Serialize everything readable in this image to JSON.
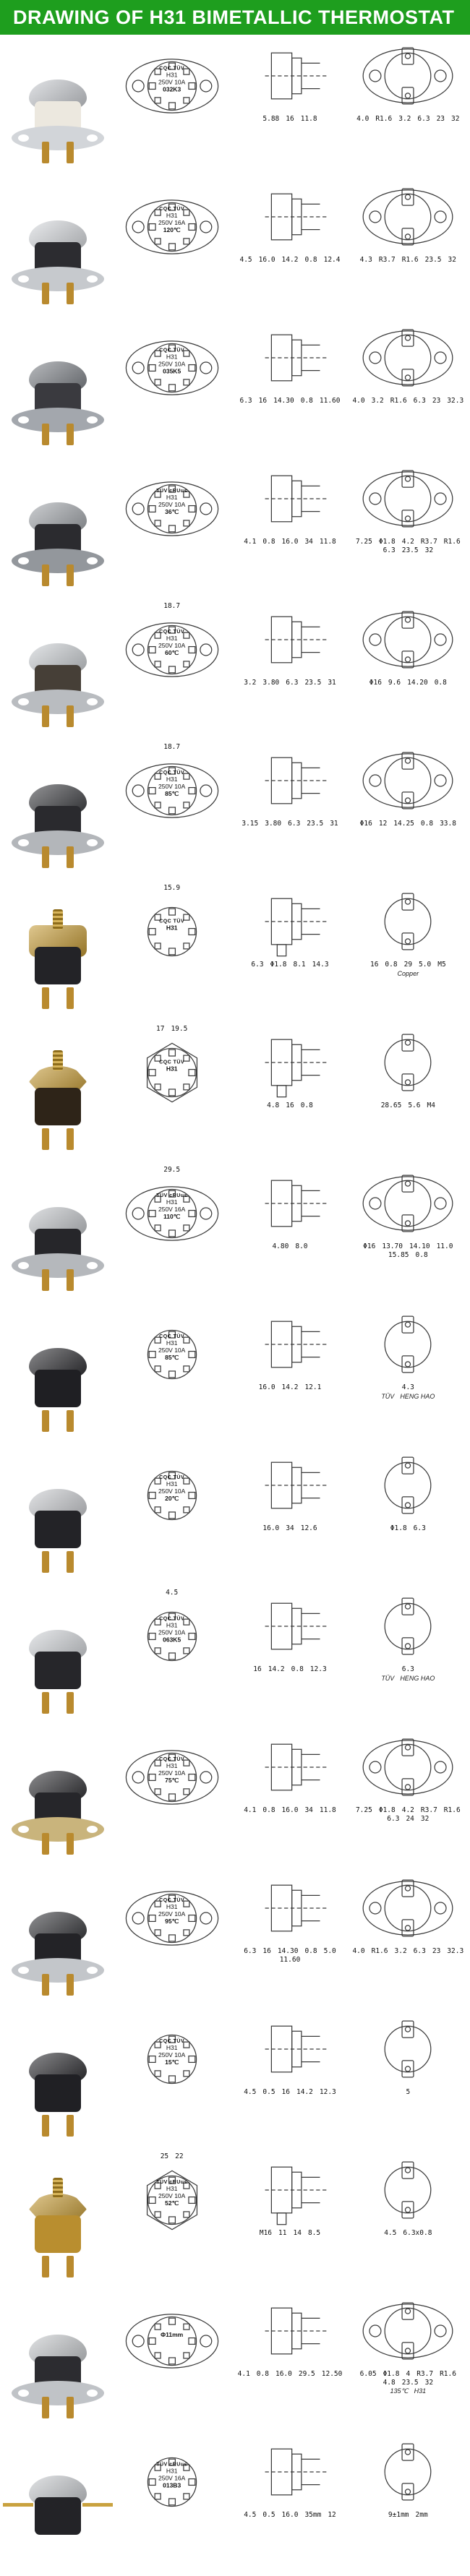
{
  "header": {
    "title": "DRAWING OF H31 BIMETALLIC THERMOSTAT",
    "bg_color": "#1e9e1e",
    "text_color": "#ffffff"
  },
  "rows": [
    {
      "variant": "flanged",
      "photo": {
        "cap": "#c9ccd1",
        "body": "#ece8df",
        "flange": "#d2d5d9"
      },
      "front": {
        "logos": "CQC TÜV",
        "lines": [
          "H31",
          "250V 10A",
          "032K3"
        ],
        "dims": []
      },
      "side": {
        "dims": [
          "5.88",
          "16",
          "11.8"
        ]
      },
      "back": {
        "dims": [
          "4.0",
          "R1.6",
          "3.2",
          "6.3",
          "23",
          "32"
        ],
        "labels": []
      }
    },
    {
      "variant": "flanged",
      "photo": {
        "cap": "#d7dade",
        "body": "#2c2c30",
        "flange": "#c6c9cd"
      },
      "front": {
        "logos": "CQC TÜV",
        "lines": [
          "H31",
          "250V 16A",
          "120℃"
        ],
        "dims": []
      },
      "side": {
        "dims": [
          "4.5",
          "16.0",
          "14.2",
          "0.8",
          "12.4"
        ]
      },
      "back": {
        "dims": [
          "4.3",
          "R3.7",
          "R1.6",
          "23.5",
          "32"
        ],
        "labels": []
      }
    },
    {
      "variant": "flanged",
      "photo": {
        "cap": "#7e8288",
        "body": "#3a3a3f",
        "flange": "#a3a7ad"
      },
      "front": {
        "logos": "CQC TÜV",
        "lines": [
          "H31",
          "250V 10A",
          "035K5"
        ],
        "dims": []
      },
      "side": {
        "dims": [
          "6.3",
          "16",
          "14.30",
          "0.8",
          "11.60"
        ]
      },
      "back": {
        "dims": [
          "4.0",
          "3.2",
          "R1.6",
          "6.3",
          "23",
          "32.3"
        ],
        "labels": []
      }
    },
    {
      "variant": "flanged",
      "photo": {
        "cap": "#a3a7ac",
        "body": "#2b2b2f",
        "flange": "#93979c"
      },
      "front": {
        "logos": "TÜV cRUus",
        "lines": [
          "H31",
          "250V 10A",
          "36℃"
        ],
        "dims": []
      },
      "side": {
        "dims": [
          "4.1",
          "0.8",
          "16.0",
          "34",
          "11.8"
        ]
      },
      "back": {
        "dims": [
          "7.25",
          "Φ1.8",
          "4.2",
          "R3.7",
          "R1.6",
          "6.3",
          "23.5",
          "32"
        ],
        "labels": []
      }
    },
    {
      "variant": "flanged",
      "photo": {
        "cap": "#ccd0d4",
        "body": "#463f37",
        "flange": "#b9bcc0"
      },
      "front": {
        "logos": "CQC TÜV",
        "lines": [
          "H31",
          "250V 10A",
          "60℃"
        ],
        "dims": [
          "18.7"
        ]
      },
      "side": {
        "dims": [
          "3.2",
          "3.80",
          "6.3",
          "23.5",
          "31"
        ]
      },
      "back": {
        "dims": [
          "Φ16",
          "9.6",
          "14.20",
          "0.8"
        ],
        "labels": []
      }
    },
    {
      "variant": "flanged",
      "photo": {
        "cap": "#3c3d41",
        "body": "#2a2a2e",
        "flange": "#b3b6ba"
      },
      "front": {
        "logos": "CQC TÜV",
        "lines": [
          "H31",
          "250V 10A",
          "85℃"
        ],
        "dims": [
          "18.7"
        ]
      },
      "side": {
        "dims": [
          "3.15",
          "3.80",
          "6.3",
          "23.5",
          "31"
        ]
      },
      "back": {
        "dims": [
          "Φ16",
          "12",
          "14.25",
          "0.8",
          "33.8"
        ],
        "labels": []
      }
    },
    {
      "variant": "stud",
      "photo": {
        "cap": "#c59a33",
        "body": "#232327",
        "flange": "#ffffff"
      },
      "front": {
        "logos": "CQC TÜV",
        "lines": [
          "H31"
        ],
        "dims": [
          "15.9"
        ]
      },
      "side": {
        "dims": [
          "6.3",
          "Φ1.8",
          "8.1",
          "14.3"
        ]
      },
      "back": {
        "dims": [
          "16",
          "0.8",
          "29",
          "5.0",
          "M5"
        ],
        "labels": [
          "Copper"
        ]
      }
    },
    {
      "variant": "hex",
      "photo": {
        "cap": "#c59a33",
        "body": "#2e2418",
        "flange": "#ffffff"
      },
      "front": {
        "logos": "CQC TÜV",
        "lines": [
          "H31"
        ],
        "dims": [
          "17",
          "19.5"
        ]
      },
      "side": {
        "dims": [
          "4.8",
          "16",
          "0.8"
        ]
      },
      "back": {
        "dims": [
          "28.65",
          "5.6",
          "M4"
        ],
        "labels": []
      }
    },
    {
      "variant": "flanged",
      "photo": {
        "cap": "#c3c6ca",
        "body": "#26262a",
        "flange": "#b5b8bc"
      },
      "front": {
        "logos": "TÜV cRUus",
        "lines": [
          "H31",
          "250V 16A",
          "110℃"
        ],
        "dims": [
          "29.5"
        ]
      },
      "side": {
        "dims": [
          "4.80",
          "8.0"
        ]
      },
      "back": {
        "dims": [
          "Φ16",
          "13.70",
          "14.10",
          "11.0",
          "15.85",
          "0.8"
        ],
        "labels": []
      }
    },
    {
      "variant": "round",
      "photo": {
        "cap": "#2a2a2e",
        "body": "#1f1f23",
        "flange": "#ffffff"
      },
      "front": {
        "logos": "CQC TÜV",
        "lines": [
          "H31",
          "250V 10A",
          "85℃"
        ],
        "dims": []
      },
      "side": {
        "dims": [
          "16.0",
          "14.2",
          "12.1"
        ]
      },
      "back": {
        "dims": [
          "4.3"
        ],
        "labels": [
          "TÜV",
          "HENG HAO"
        ]
      }
    },
    {
      "variant": "round",
      "photo": {
        "cap": "#caccd0",
        "body": "#232327",
        "flange": "#ffffff"
      },
      "front": {
        "logos": "CQC TÜV",
        "lines": [
          "H31",
          "250V 10A",
          "20℃"
        ],
        "dims": []
      },
      "side": {
        "dims": [
          "16.0",
          "34",
          "12.6"
        ]
      },
      "back": {
        "dims": [
          "Φ1.8",
          "6.3"
        ],
        "labels": []
      }
    },
    {
      "variant": "round",
      "photo": {
        "cap": "#d2d5d9",
        "body": "#26262a",
        "flange": "#ffffff"
      },
      "front": {
        "logos": "CQC TÜV",
        "lines": [
          "H31",
          "250V 10A",
          "063K5"
        ],
        "dims": [
          "4.5"
        ]
      },
      "side": {
        "dims": [
          "16",
          "14.2",
          "0.8",
          "12.3"
        ]
      },
      "back": {
        "dims": [
          "6.3"
        ],
        "labels": [
          "TÜV",
          "HENG HAO"
        ]
      }
    },
    {
      "variant": "flanged",
      "photo": {
        "cap": "#2e2e32",
        "body": "#26262a",
        "flange": "#c9b47c"
      },
      "front": {
        "logos": "CQC TÜV",
        "lines": [
          "H31",
          "250V 10A",
          "75℃"
        ],
        "dims": []
      },
      "side": {
        "dims": [
          "4.1",
          "0.8",
          "16.0",
          "34",
          "11.8"
        ]
      },
      "back": {
        "dims": [
          "7.25",
          "Φ1.8",
          "4.2",
          "R3.7",
          "R1.6",
          "6.3",
          "24",
          "32"
        ],
        "labels": []
      }
    },
    {
      "variant": "flanged",
      "photo": {
        "cap": "#35363a",
        "body": "#232327",
        "flange": "#c3c6ca"
      },
      "front": {
        "logos": "CQC TÜV",
        "lines": [
          "H31",
          "250V 10A",
          "95℃"
        ],
        "dims": []
      },
      "side": {
        "dims": [
          "6.3",
          "16",
          "14.30",
          "0.8",
          "5.0",
          "11.60"
        ]
      },
      "back": {
        "dims": [
          "4.0",
          "R1.6",
          "3.2",
          "6.3",
          "23",
          "32.3"
        ],
        "labels": []
      }
    },
    {
      "variant": "round",
      "photo": {
        "cap": "#2b2b2f",
        "body": "#202024",
        "flange": "#ffffff"
      },
      "front": {
        "logos": "CQC TÜV",
        "lines": [
          "H31",
          "250V 10A",
          "15℃"
        ],
        "dims": []
      },
      "side": {
        "dims": [
          "4.5",
          "0.5",
          "16",
          "14.2",
          "12.3"
        ]
      },
      "back": {
        "dims": [
          "5"
        ],
        "labels": []
      }
    },
    {
      "variant": "hex",
      "photo": {
        "cap": "#c59a33",
        "body": "#b98e2f",
        "flange": "#ffffff"
      },
      "front": {
        "logos": "TÜV cRUus",
        "lines": [
          "H31",
          "250V 10A",
          "52℃"
        ],
        "dims": [
          "25",
          "22"
        ]
      },
      "side": {
        "dims": [
          "M16",
          "11",
          "14",
          "8.5"
        ]
      },
      "back": {
        "dims": [
          "4.5",
          "6.3x0.8"
        ],
        "labels": []
      }
    },
    {
      "variant": "flanged",
      "photo": {
        "cap": "#c7cacd",
        "body": "#2c2c30",
        "flange": "#c0c3c7"
      },
      "front": {
        "logos": "",
        "lines": [
          "Φ11mm"
        ],
        "dims": []
      },
      "side": {
        "dims": [
          "4.1",
          "0.8",
          "16.0",
          "29.5",
          "12.50"
        ]
      },
      "back": {
        "dims": [
          "6.05",
          "Φ1.8",
          "4",
          "R3.7",
          "R1.6",
          "4.8",
          "23.5",
          "32"
        ],
        "labels": [
          "135℃",
          "H31"
        ]
      }
    },
    {
      "variant": "axial",
      "photo": {
        "cap": "#c9ccd0",
        "body": "#232327",
        "flange": "#ffffff"
      },
      "front": {
        "logos": "TÜV cRUus",
        "lines": [
          "H31",
          "250V 16A",
          "013B3"
        ],
        "dims": []
      },
      "side": {
        "dims": [
          "4.5",
          "0.5",
          "16.0",
          "35mm",
          "12"
        ]
      },
      "back": {
        "dims": [
          "9±1mm",
          "2mm"
        ],
        "labels": []
      }
    }
  ]
}
